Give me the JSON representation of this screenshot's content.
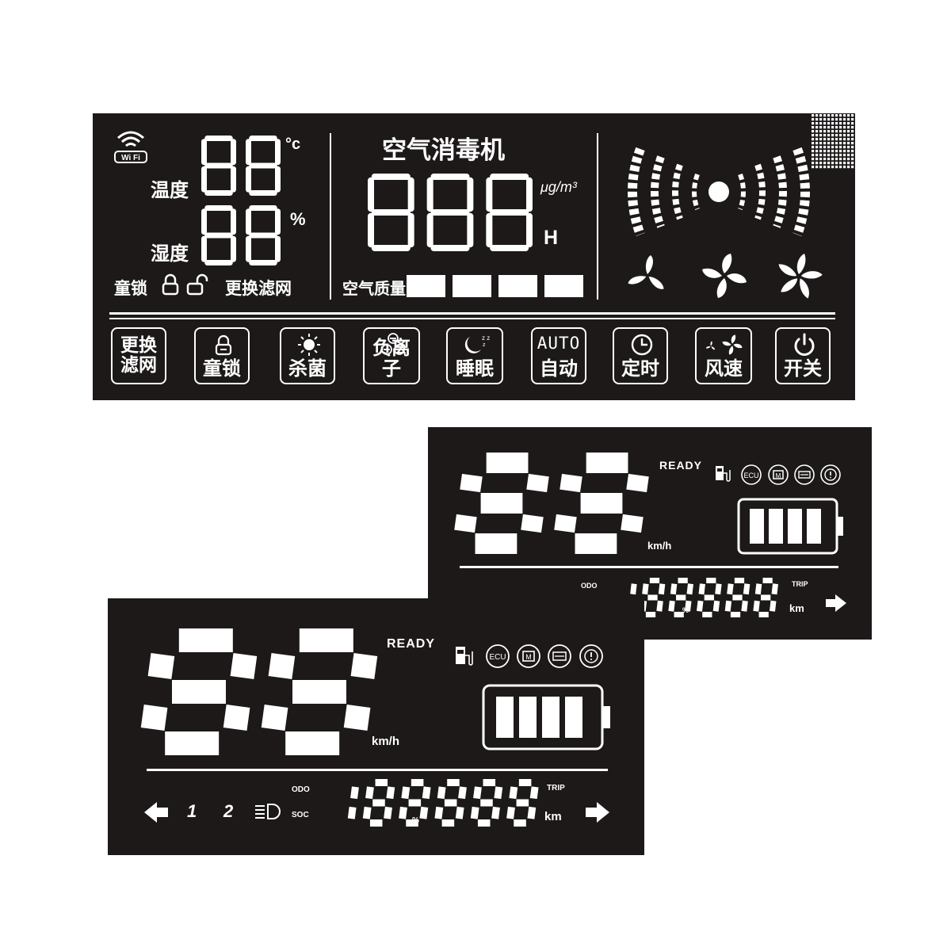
{
  "colors": {
    "background": "#ffffff",
    "panel": "#1d1919",
    "segment_on": "#ffffff"
  },
  "purifier": {
    "title": "空气消毒机",
    "temperature_label": "温度",
    "temperature_digits": "88",
    "temperature_unit": "°c",
    "humidity_label": "湿度",
    "humidity_digits": "88",
    "humidity_unit": "%",
    "pm_digits": "888",
    "pm_unit": "μg/m³",
    "hour_unit": "H",
    "child_lock_label": "童锁",
    "filter_replace_label": "更换滤网",
    "air_quality_label": "空气质量",
    "air_quality_bars": 4,
    "wifi_badge": "Wi Fi",
    "icons": [
      "wifi-icon",
      "lock-closed-icon",
      "lock-open-icon",
      "sound-wave-icon",
      "fan-low-icon",
      "fan-mid-icon",
      "fan-high-icon"
    ],
    "buttons": [
      {
        "id": "filter",
        "line1": "更换",
        "line2": "滤网",
        "icon": "none"
      },
      {
        "id": "lock",
        "label": "童锁",
        "icon": "lock-icon"
      },
      {
        "id": "sterilize",
        "label": "杀菌",
        "icon": "sun-icon"
      },
      {
        "id": "anion",
        "label": "负离子",
        "icon": "anion-icon"
      },
      {
        "id": "sleep",
        "label": "睡眠",
        "icon": "moon-icon"
      },
      {
        "id": "auto",
        "top": "AUTO",
        "label": "自动",
        "icon": "none"
      },
      {
        "id": "timer",
        "label": "定时",
        "icon": "clock-icon"
      },
      {
        "id": "fan",
        "label": "风速",
        "icon": "fan-icon"
      },
      {
        "id": "power",
        "label": "开关",
        "icon": "power-icon"
      }
    ]
  },
  "ev_dashboard_back": {
    "speed_digits": "88",
    "ready": "READY",
    "speed_unit": "km/h",
    "odo": "ODO",
    "trip": "TRIP",
    "km": "km",
    "percent": "%",
    "odometer_digits": "188888",
    "battery_bars": 4,
    "ecu": "ECU",
    "icons": [
      "charger-icon",
      "ecu-icon",
      "motor-icon",
      "brake-icon",
      "warning-icon",
      "right-arrow-icon"
    ]
  },
  "ev_dashboard_front": {
    "speed_digits": "88",
    "ready": "READY",
    "speed_unit": "km/h",
    "odo": "ODO",
    "soc": "SOC",
    "trip": "TRIP",
    "km": "km",
    "percent": "%",
    "odometer_digits": "188888",
    "gear_1": "1",
    "gear_2": "2",
    "battery_bars": 4,
    "ecu": "ECU",
    "icons": [
      "left-arrow-icon",
      "headlight-icon",
      "charger-icon",
      "ecu-icon",
      "motor-icon",
      "brake-icon",
      "warning-icon",
      "right-arrow-icon"
    ]
  }
}
